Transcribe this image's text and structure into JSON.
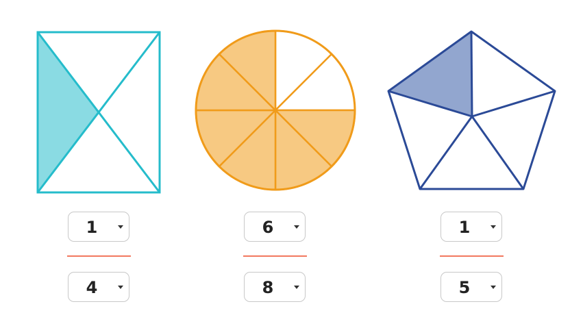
{
  "colors": {
    "rectangle_stroke": "#25bccb",
    "rectangle_fill": "#8adbe3",
    "circle_stroke": "#f09b1a",
    "circle_fill": "#f7c982",
    "pentagon_stroke": "#2b4a97",
    "pentagon_fill": "#92a6cf",
    "fraction_line": "#f2785e"
  },
  "fractions": [
    {
      "shape": "rectangle",
      "numerator": "1",
      "denominator": "4",
      "shaded_parts": 1,
      "total_parts": 4
    },
    {
      "shape": "circle",
      "numerator": "6",
      "denominator": "8",
      "shaded_parts": 6,
      "total_parts": 8
    },
    {
      "shape": "pentagon",
      "numerator": "1",
      "denominator": "5",
      "shaded_parts": 1,
      "total_parts": 5
    }
  ]
}
